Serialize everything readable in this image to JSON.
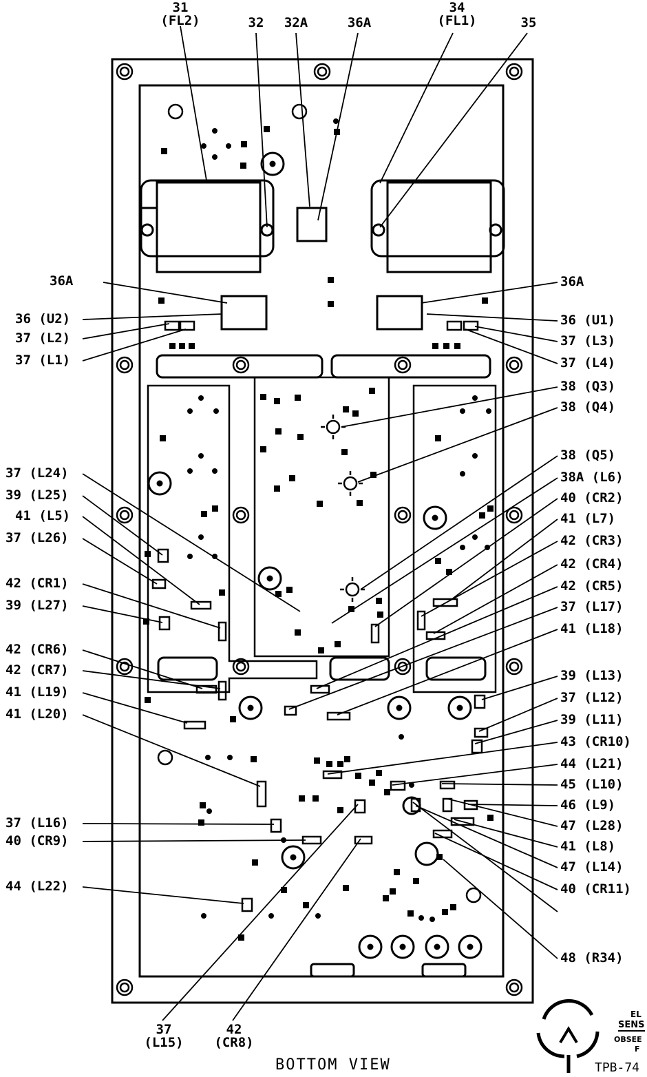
{
  "figure": {
    "view_caption": "BOTTOM VIEW",
    "figure_id": "TPB-74",
    "esd_lines": [
      "EL",
      "SENS",
      "OBSEE",
      "F"
    ]
  },
  "callouts_top": [
    {
      "id": "31",
      "sub": "(FL2)"
    },
    {
      "id": "32",
      "sub": ""
    },
    {
      "id": "32A",
      "sub": ""
    },
    {
      "id": "36A",
      "sub": ""
    },
    {
      "id": "34",
      "sub": "(FL1)"
    },
    {
      "id": "35",
      "sub": ""
    }
  ],
  "callouts_left": [
    "36A",
    "36 (U2)",
    "37 (L2)",
    "37 (L1)",
    "37 (L24)",
    "39 (L25)",
    "41 (L5)",
    "37 (L26)",
    "42 (CR1)",
    "39 (L27)",
    "42 (CR6)",
    "42 (CR7)",
    "41 (L19)",
    "41 (L20)",
    "37 (L16)",
    "40 (CR9)",
    "44 (L22)"
  ],
  "callouts_right": [
    "36A",
    "36 (U1)",
    "37 (L3)",
    "37 (L4)",
    "38 (Q3)",
    "38 (Q4)",
    "38 (Q5)",
    "38A (L6)",
    "40 (CR2)",
    "41 (L7)",
    "42 (CR3)",
    "42 (CR4)",
    "42 (CR5)",
    "37 (L17)",
    "41 (L18)",
    "39 (L13)",
    "37 (L12)",
    "39 (L11)",
    "43 (CR10)",
    "44 (L21)",
    "45 (L10)",
    "46 (L9)",
    "47 (L28)",
    "41 (L8)",
    "47 (L14)",
    "40 (CR11)",
    "48 (R34)"
  ],
  "callouts_bottom": [
    {
      "id": "37",
      "sub": "(L15)"
    },
    {
      "id": "42",
      "sub": "(CR8)"
    }
  ]
}
